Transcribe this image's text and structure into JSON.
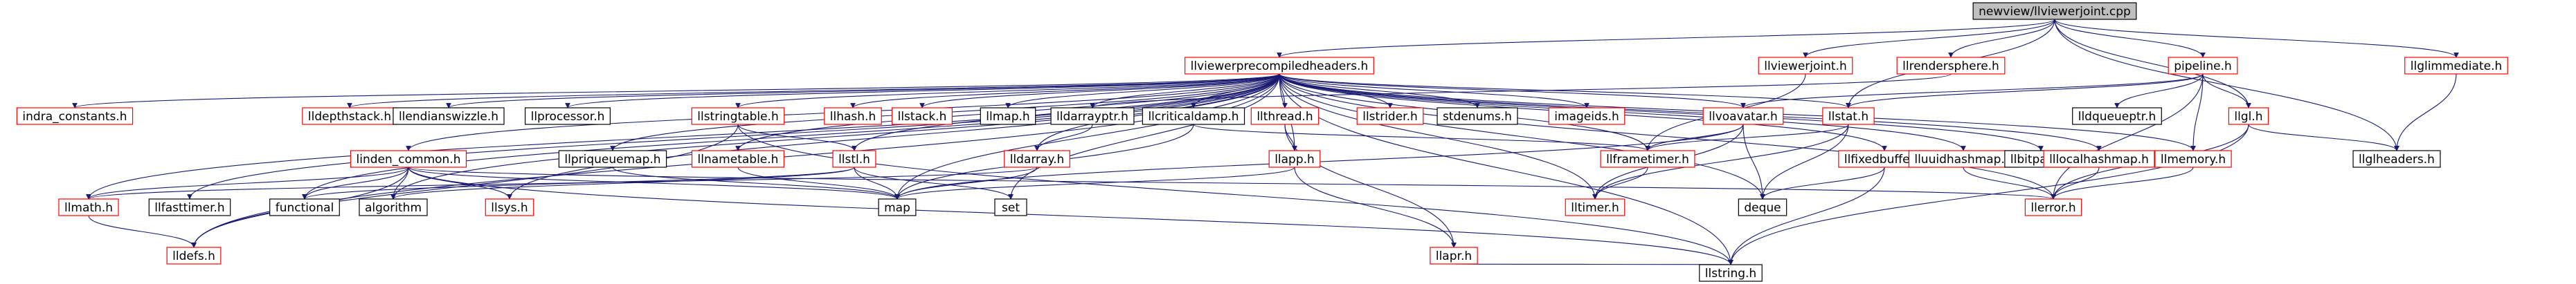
{
  "colors": {
    "edge": "#191970",
    "node_text": "#000000",
    "node_border_default": "#000000",
    "node_border_link": "#ff0000",
    "root_fill": "#bfbfbf"
  },
  "nodes": [
    {
      "id": "root",
      "label": "newview/llviewerjoint.cpp",
      "style": "root"
    },
    {
      "id": "pch",
      "label": "llviewerprecompiledheaders.h",
      "style": "link"
    },
    {
      "id": "viewerjoint",
      "label": "llviewerjoint.h",
      "style": "link"
    },
    {
      "id": "rendersphere",
      "label": "llrendersphere.h",
      "style": "link"
    },
    {
      "id": "pipeline",
      "label": "pipeline.h",
      "style": "link"
    },
    {
      "id": "glimmediate",
      "label": "llglimmediate.h",
      "style": "link"
    },
    {
      "id": "indra_constants",
      "label": "indra_constants.h",
      "style": "link"
    },
    {
      "id": "depthstack",
      "label": "lldepthstack.h",
      "style": "link"
    },
    {
      "id": "endianswizzle",
      "label": "llendianswizzle.h",
      "style": "plain"
    },
    {
      "id": "llprocessor",
      "label": "llprocessor.h",
      "style": "plain"
    },
    {
      "id": "stringtable",
      "label": "llstringtable.h",
      "style": "link"
    },
    {
      "id": "llhash",
      "label": "llhash.h",
      "style": "link"
    },
    {
      "id": "llstack",
      "label": "llstack.h",
      "style": "link"
    },
    {
      "id": "llmap",
      "label": "llmap.h",
      "style": "plain"
    },
    {
      "id": "lldarrayptr",
      "label": "lldarrayptr.h",
      "style": "plain"
    },
    {
      "id": "criticaldamp",
      "label": "llcriticaldamp.h",
      "style": "plain"
    },
    {
      "id": "llthread",
      "label": "llthread.h",
      "style": "link"
    },
    {
      "id": "llstrider",
      "label": "llstrider.h",
      "style": "link"
    },
    {
      "id": "stdenums",
      "label": "stdenums.h",
      "style": "plain"
    },
    {
      "id": "imageids",
      "label": "imageids.h",
      "style": "link"
    },
    {
      "id": "llvoavatar",
      "label": "llvoavatar.h",
      "style": "link"
    },
    {
      "id": "llstat",
      "label": "llstat.h",
      "style": "link"
    },
    {
      "id": "llgl",
      "label": "llgl.h",
      "style": "link"
    },
    {
      "id": "dqueueptr",
      "label": "lldqueueptr.h",
      "style": "plain"
    },
    {
      "id": "glheaders",
      "label": "llglheaders.h",
      "style": "plain"
    },
    {
      "id": "linden_common",
      "label": "linden_common.h",
      "style": "link"
    },
    {
      "id": "priqueuemap",
      "label": "llpriqueuemap.h",
      "style": "plain"
    },
    {
      "id": "nametable",
      "label": "llnametable.h",
      "style": "link"
    },
    {
      "id": "llstl",
      "label": "llstl.h",
      "style": "link"
    },
    {
      "id": "lldarray",
      "label": "lldarray.h",
      "style": "link"
    },
    {
      "id": "llapp",
      "label": "llapp.h",
      "style": "link"
    },
    {
      "id": "frametimer",
      "label": "llframetimer.h",
      "style": "link"
    },
    {
      "id": "fixedbuffer",
      "label": "llfixedbuffer.h",
      "style": "link"
    },
    {
      "id": "uuidhashmap",
      "label": "lluuidhashmap.h",
      "style": "link"
    },
    {
      "id": "bitpack",
      "label": "llbitpack.h",
      "style": "plain"
    },
    {
      "id": "localhashmap",
      "label": "lllocalhashmap.h",
      "style": "link"
    },
    {
      "id": "llmemory",
      "label": "llmemory.h",
      "style": "link"
    },
    {
      "id": "llmath",
      "label": "llmath.h",
      "style": "link"
    },
    {
      "id": "fasttimer",
      "label": "llfasttimer.h",
      "style": "plain"
    },
    {
      "id": "functional",
      "label": "functional",
      "style": "plain"
    },
    {
      "id": "algorithm",
      "label": "algorithm",
      "style": "plain"
    },
    {
      "id": "llsys",
      "label": "llsys.h",
      "style": "link"
    },
    {
      "id": "map",
      "label": "map",
      "style": "plain"
    },
    {
      "id": "set",
      "label": "set",
      "style": "plain"
    },
    {
      "id": "lltimer",
      "label": "lltimer.h",
      "style": "link"
    },
    {
      "id": "deque",
      "label": "deque",
      "style": "plain"
    },
    {
      "id": "llerror",
      "label": "llerror.h",
      "style": "link"
    },
    {
      "id": "lldefs",
      "label": "lldefs.h",
      "style": "link"
    },
    {
      "id": "llapr",
      "label": "llapr.h",
      "style": "link"
    },
    {
      "id": "llstring",
      "label": "llstring.h",
      "style": "plain"
    }
  ],
  "edges": [
    [
      "root",
      "pch"
    ],
    [
      "root",
      "viewerjoint"
    ],
    [
      "root",
      "rendersphere"
    ],
    [
      "root",
      "pipeline"
    ],
    [
      "root",
      "glimmediate"
    ],
    [
      "root",
      "llgl"
    ],
    [
      "root",
      "glheaders"
    ],
    [
      "root",
      "llstat"
    ],
    [
      "pch",
      "indra_constants"
    ],
    [
      "pch",
      "depthstack"
    ],
    [
      "pch",
      "endianswizzle"
    ],
    [
      "pch",
      "llprocessor"
    ],
    [
      "pch",
      "stringtable"
    ],
    [
      "pch",
      "llhash"
    ],
    [
      "pch",
      "llstack"
    ],
    [
      "pch",
      "llmap"
    ],
    [
      "pch",
      "lldarrayptr"
    ],
    [
      "pch",
      "criticaldamp"
    ],
    [
      "pch",
      "llthread"
    ],
    [
      "pch",
      "llstrider"
    ],
    [
      "pch",
      "stdenums"
    ],
    [
      "pch",
      "imageids"
    ],
    [
      "pch",
      "llvoavatar"
    ],
    [
      "pch",
      "llstat"
    ],
    [
      "pch",
      "fixedbuffer"
    ],
    [
      "pch",
      "uuidhashmap"
    ],
    [
      "pch",
      "bitpack"
    ],
    [
      "pch",
      "localhashmap"
    ],
    [
      "pch",
      "llmemory"
    ],
    [
      "pch",
      "linden_common"
    ],
    [
      "pch",
      "priqueuemap"
    ],
    [
      "pch",
      "nametable"
    ],
    [
      "pch",
      "llstl"
    ],
    [
      "pch",
      "lldarray"
    ],
    [
      "pch",
      "llapp"
    ],
    [
      "pch",
      "frametimer"
    ],
    [
      "pch",
      "llmath"
    ],
    [
      "pch",
      "fasttimer"
    ],
    [
      "pch",
      "functional"
    ],
    [
      "pch",
      "algorithm"
    ],
    [
      "pch",
      "llsys"
    ],
    [
      "pch",
      "map"
    ],
    [
      "pch",
      "set"
    ],
    [
      "pch",
      "llstring"
    ],
    [
      "pch",
      "lldefs"
    ],
    [
      "pch",
      "llerror"
    ],
    [
      "pch",
      "deque"
    ],
    [
      "pch",
      "lltimer"
    ],
    [
      "viewerjoint",
      "frametimer"
    ],
    [
      "rendersphere",
      "lldarrayptr"
    ],
    [
      "pipeline",
      "dqueueptr"
    ],
    [
      "pipeline",
      "llgl"
    ],
    [
      "pipeline",
      "llmemory"
    ],
    [
      "pipeline",
      "llstat"
    ],
    [
      "pipeline",
      "llvoavatar"
    ],
    [
      "pipeline",
      "llerror"
    ],
    [
      "glimmediate",
      "glheaders"
    ],
    [
      "llgl",
      "glheaders"
    ],
    [
      "llgl",
      "llerror"
    ],
    [
      "llgl",
      "llstring"
    ],
    [
      "stringtable",
      "llstl"
    ],
    [
      "stringtable",
      "llstring"
    ],
    [
      "stringtable",
      "lldefs"
    ],
    [
      "lldarrayptr",
      "lldarray"
    ],
    [
      "criticaldamp",
      "frametimer"
    ],
    [
      "criticaldamp",
      "map"
    ],
    [
      "llthread",
      "llapp"
    ],
    [
      "llthread",
      "llapr"
    ],
    [
      "llvoavatar",
      "frametimer"
    ],
    [
      "llvoavatar",
      "map"
    ],
    [
      "llvoavatar",
      "deque"
    ],
    [
      "llvoavatar",
      "lltimer"
    ],
    [
      "llstat",
      "frametimer"
    ],
    [
      "llstat",
      "deque"
    ],
    [
      "llstat",
      "lltimer"
    ],
    [
      "linden_common",
      "llmath"
    ],
    [
      "linden_common",
      "functional"
    ],
    [
      "linden_common",
      "algorithm"
    ],
    [
      "linden_common",
      "llsys"
    ],
    [
      "linden_common",
      "map"
    ],
    [
      "linden_common",
      "lldefs"
    ],
    [
      "linden_common",
      "llerror"
    ],
    [
      "linden_common",
      "llstring"
    ],
    [
      "linden_common",
      "llfasttimer"
    ],
    [
      "priqueuemap",
      "map"
    ],
    [
      "nametable",
      "map"
    ],
    [
      "llstl",
      "map"
    ],
    [
      "llstl",
      "set"
    ],
    [
      "llstl",
      "algorithm"
    ],
    [
      "llstl",
      "functional"
    ],
    [
      "lldarray",
      "map"
    ],
    [
      "lldarray",
      "llmath"
    ],
    [
      "llapp",
      "map"
    ],
    [
      "llapp",
      "llapr"
    ],
    [
      "frametimer",
      "lltimer"
    ],
    [
      "fixedbuffer",
      "deque"
    ],
    [
      "fixedbuffer",
      "llstring"
    ],
    [
      "uuidhashmap",
      "llerror"
    ],
    [
      "localhashmap",
      "llerror"
    ],
    [
      "llmemory",
      "llerror"
    ],
    [
      "llmath",
      "lldefs"
    ],
    [
      "llapr",
      "llstring"
    ]
  ]
}
